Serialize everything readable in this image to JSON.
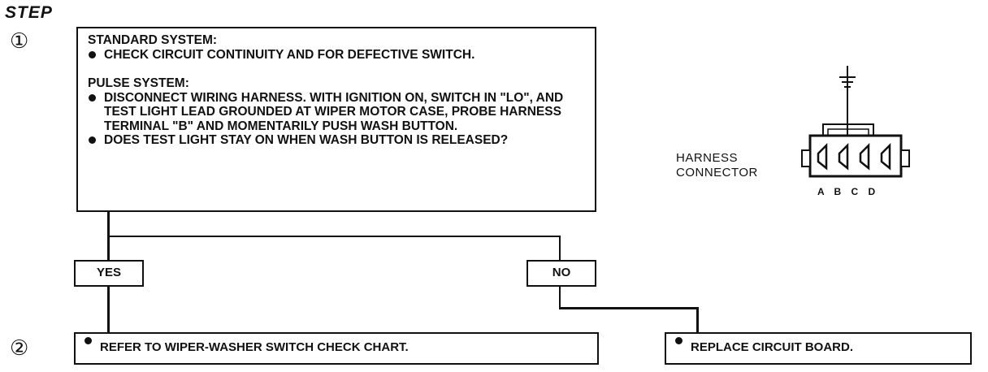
{
  "heading": "STEP",
  "steps": {
    "step1_marker": "①",
    "step2_marker": "②"
  },
  "main_box": {
    "standard_title": "STANDARD SYSTEM:",
    "standard_bullets": [
      "CHECK CIRCUIT CONTINUITY AND FOR DEFECTIVE SWITCH."
    ],
    "pulse_title": "PULSE SYSTEM:",
    "pulse_bullets": [
      "DISCONNECT WIRING HARNESS. WITH IGNITION ON, SWITCH IN \"LO\", AND TEST LIGHT LEAD GROUNDED AT WIPER MOTOR CASE, PROBE HARNESS TERMINAL \"B\" AND MOMENTARILY PUSH WASH BUTTON.",
      "DOES TEST LIGHT STAY ON WHEN WASH BUTTON IS RELEASED?"
    ]
  },
  "decisions": {
    "yes": "YES",
    "no": "NO"
  },
  "results": {
    "left": "REFER TO WIPER-WASHER SWITCH CHECK CHART.",
    "right": "REPLACE CIRCUIT BOARD."
  },
  "connector": {
    "label_line1": "HARNESS",
    "label_line2": "CONNECTOR",
    "pins": "A B C D"
  },
  "colors": {
    "ink": "#111111",
    "background": "#ffffff"
  }
}
